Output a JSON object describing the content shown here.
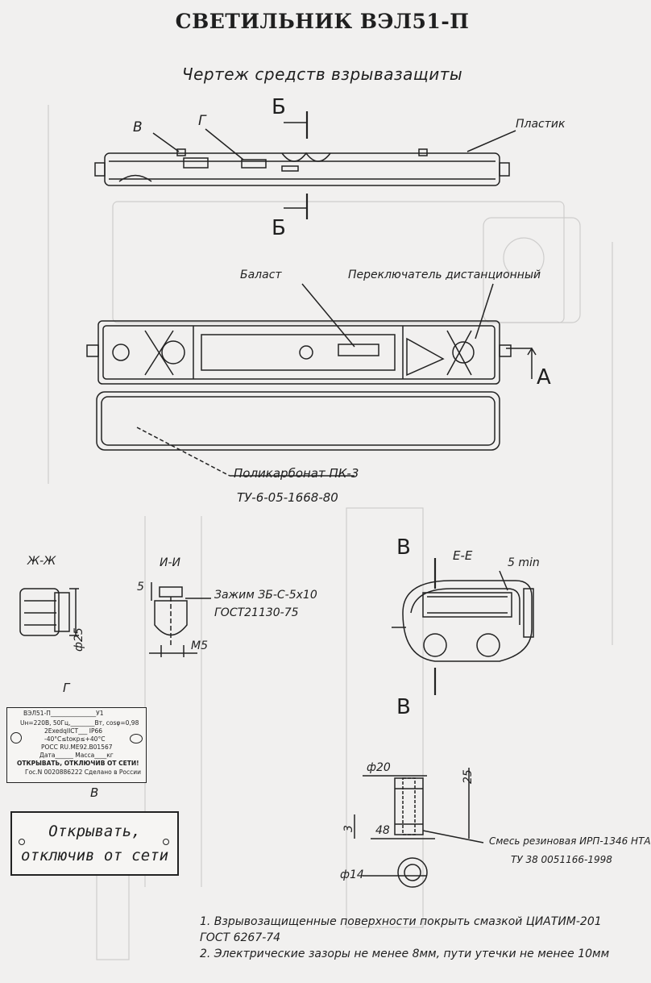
{
  "title": "СВЕТИЛЬНИК ВЭЛ51-П",
  "subtitle": "Чертеж средств взрывазащиты",
  "top_view": {
    "label_v": "В",
    "label_g": "Г",
    "label_section_top": "Б",
    "label_section_bottom": "Б",
    "label_material": "Пластик"
  },
  "internal_view": {
    "label_ballast": "Баласт",
    "label_switch": "Переключатель дистанционный",
    "label_a": "А"
  },
  "cover": {
    "material_line1": "Поликарбонат ПК-3",
    "material_line2": "ТУ-6-05-1668-80"
  },
  "section_zh": {
    "title": "Ж-Ж",
    "dim": "ф25"
  },
  "section_i": {
    "title": "И-И",
    "dim_top": "5",
    "dim_bottom": "М5",
    "clamp_line1": "Зажим ЗБ-С-5х10",
    "clamp_line2": "ГОСТ21130-75"
  },
  "section_ee": {
    "title": "Е-Е",
    "label_v_top": "В",
    "label_v_bottom": "В",
    "dim": "5 min"
  },
  "detail_g": {
    "caption": "Г",
    "dim_d20": "ф20",
    "dim_25": "25",
    "dim_3": "3",
    "dim_48": "48",
    "dim_d14": "ф14",
    "rubber_line1": "Смесь резиновая ИРП-1346 НТА",
    "rubber_line2": "ТУ 38 0051166-1998"
  },
  "nameplate": {
    "line1": "ВЭЛ51-П_______________У1",
    "line2": "Uн=220В, 50Гц,________Вт, cosφ=0,98",
    "line3": "2ExedqIICT___ IP66",
    "line4": "-40°C≤tокр≤+40°C",
    "line5": "POCC RU.ME92.B01567",
    "line6": "Дата______ Масса____кг",
    "line7": "ОТКРЫВАТЬ, ОТКЛЮЧИВ ОТ СЕТИ!",
    "line8": "Гос.N 0020886222  Сделано в России",
    "caption": "В"
  },
  "warning_plate": {
    "line1": "Открывать,",
    "line2": "отключив от сети"
  },
  "notes": {
    "line1": "1. Взрывозащищенные поверхности покрыть смазкой ЦИАТИМ-201",
    "line2": "ГОСТ 6267-74",
    "line3": "2. Электрические зазоры не менее 8мм, пути утечки не менее 10мм"
  }
}
